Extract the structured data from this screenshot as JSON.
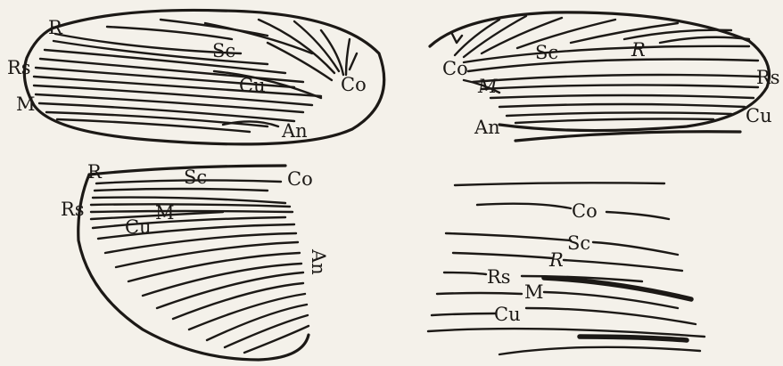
{
  "panels": {
    "top_left": {
      "labels": {
        "R": "R",
        "Rs": "Rs",
        "M": "M",
        "Sc": "Sc",
        "Cu": "Cu",
        "Co": "Co",
        "An": "An"
      }
    },
    "top_right": {
      "labels": {
        "Co": "Co",
        "Sc": "Sc",
        "R": "R",
        "M": "M",
        "Rs": "Rs",
        "Cu": "Cu",
        "An": "An"
      }
    },
    "bottom_left": {
      "labels": {
        "R": "R",
        "Sc": "Sc",
        "Co": "Co",
        "Rs": "Rs",
        "M": "M",
        "Cu": "Cu",
        "An": "An"
      }
    },
    "bottom_right": {
      "labels": {
        "Co": "Co",
        "Sc": "Sc",
        "R": "R",
        "Rs": "Rs",
        "M": "M",
        "Cu": "Cu"
      }
    }
  },
  "colors": {
    "ink": "#1c1916",
    "paper": "#f4f1ea"
  }
}
